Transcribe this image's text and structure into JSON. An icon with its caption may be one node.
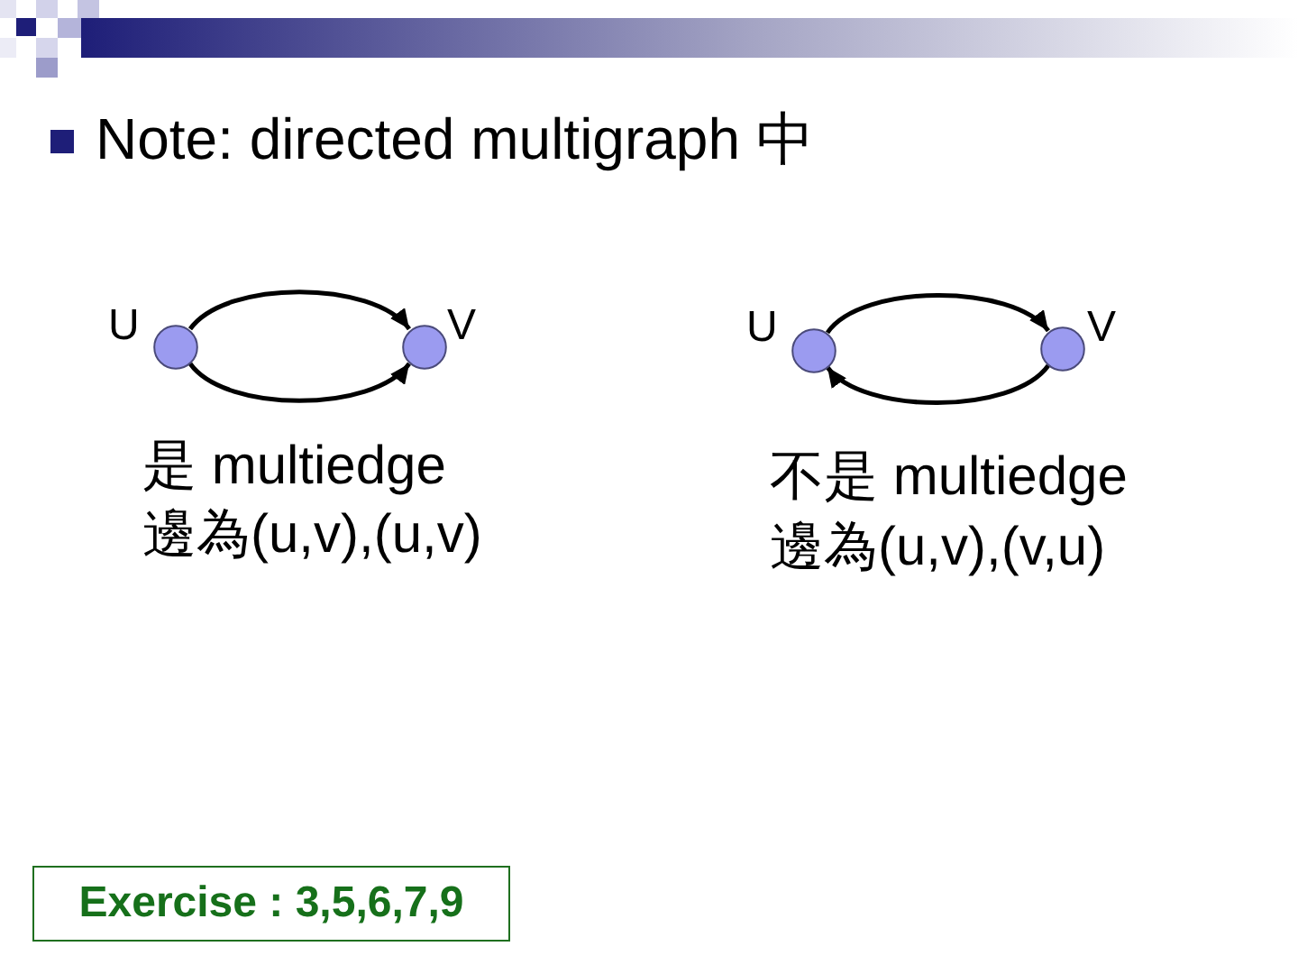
{
  "diagram": {
    "nodes": [
      {
        "text": [],
        "shape": "circle",
        "beside": [
          "U"
        ]
      },
      {
        "text": [],
        "shape": "circle",
        "beside": [
          "V"
        ]
      },
      {
        "text": [],
        "shape": "circle",
        "beside": [
          "U"
        ]
      },
      {
        "text": [],
        "shape": "circle",
        "beside": [
          "V"
        ]
      },
      {
        "text": [
          "Exercise : 3,5,6,7,9"
        ]
      }
    ],
    "edges": [
      {
        "from": 0,
        "to": 1,
        "arrow": "to"
      },
      {
        "from": 0,
        "to": 1,
        "arrow": "to"
      },
      {
        "from": 2,
        "to": 3,
        "arrow": "to"
      },
      {
        "from": 3,
        "to": 2,
        "arrow": "to"
      }
    ],
    "labels": [
      "Note: directed multigraph 中",
      "是 multiedge",
      "邊為(u,v),(u,v)",
      "不是 multiedge",
      "邊為(u,v),(v,u)"
    ]
  }
}
